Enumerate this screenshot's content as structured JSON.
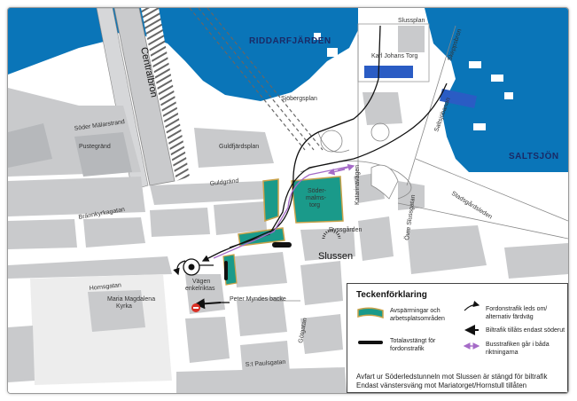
{
  "labels": {
    "riddarfjarden": "RIDDARFJÄRDEN",
    "saltsjon": "SALTSJÖN",
    "centralbron": "Centralbron",
    "slussplan": "Slussplan",
    "skeppsbron": "Skeppsbron",
    "karl_johans_torg": "Karl Johans Torg",
    "sjobergsplan": "Sjöbergsplan",
    "soder_malarstrand": "Söder Mälarstrand",
    "pustegrand": "Pustegränd",
    "guldfjardsplan": "Guldfjärdsplan",
    "guldgrand": "Guldgränd",
    "branntkyrkagatan": "Brännkyrkagatan",
    "hornsgatan": "Hornsgatan",
    "maria_magdalena": "Maria Magdalena",
    "kyrka": "Kyrka",
    "vagen_line1": "Vägen",
    "vagen_line2": "enkelriktas",
    "peter_myndes_backe": "Peter Myndes backe",
    "soder_malmstorg_line1": "Söder-",
    "soder_malmstorg_line2": "malms-",
    "soder_malmstorg_line3": "torg",
    "katarinavagen": "Katarinavägen",
    "ryssgarden": "Ryssgården",
    "slussen": "Slussen",
    "ovre_slussgatan": "Övre Slussgatan",
    "stadsgardsleden": "Stadsgårdsleden",
    "saltsjobanan": "Saltsjöbanan",
    "gotgatan": "Götgatan",
    "st_paulsgatan": "S:t Paulsgatan"
  },
  "legend": {
    "title": "Teckenförklaring",
    "items": {
      "construction": "Avspärrningar och arbetsplatsområden",
      "closed": "Totalavstängt för fordonstrafik",
      "detour": "Fordonstrafik leds om/ alternativ färdväg",
      "left_only": "Biltrafik tillåts endast söderut",
      "bus": "Busstrafiken går i båda riktningarna"
    },
    "note": "Avfart ur Söderledstunneln mot Slussen är stängd för biltrafik Endast vänstersväng mot Mariatorget/Hornstull tillåten"
  },
  "colors": {
    "water": "#0a75b8",
    "land": "#ffffff",
    "building": "#c9cacc",
    "building_dark": "#aeb0b3",
    "construction": "#1a9a8a",
    "construction_border": "#c9a24a",
    "bus": "#a56bc7",
    "closed": "#111111",
    "bridge_blue": "#2a5cc4"
  },
  "icons": [
    "no-entry-icon",
    "compass-dashed-icon",
    "arrow-icon"
  ]
}
